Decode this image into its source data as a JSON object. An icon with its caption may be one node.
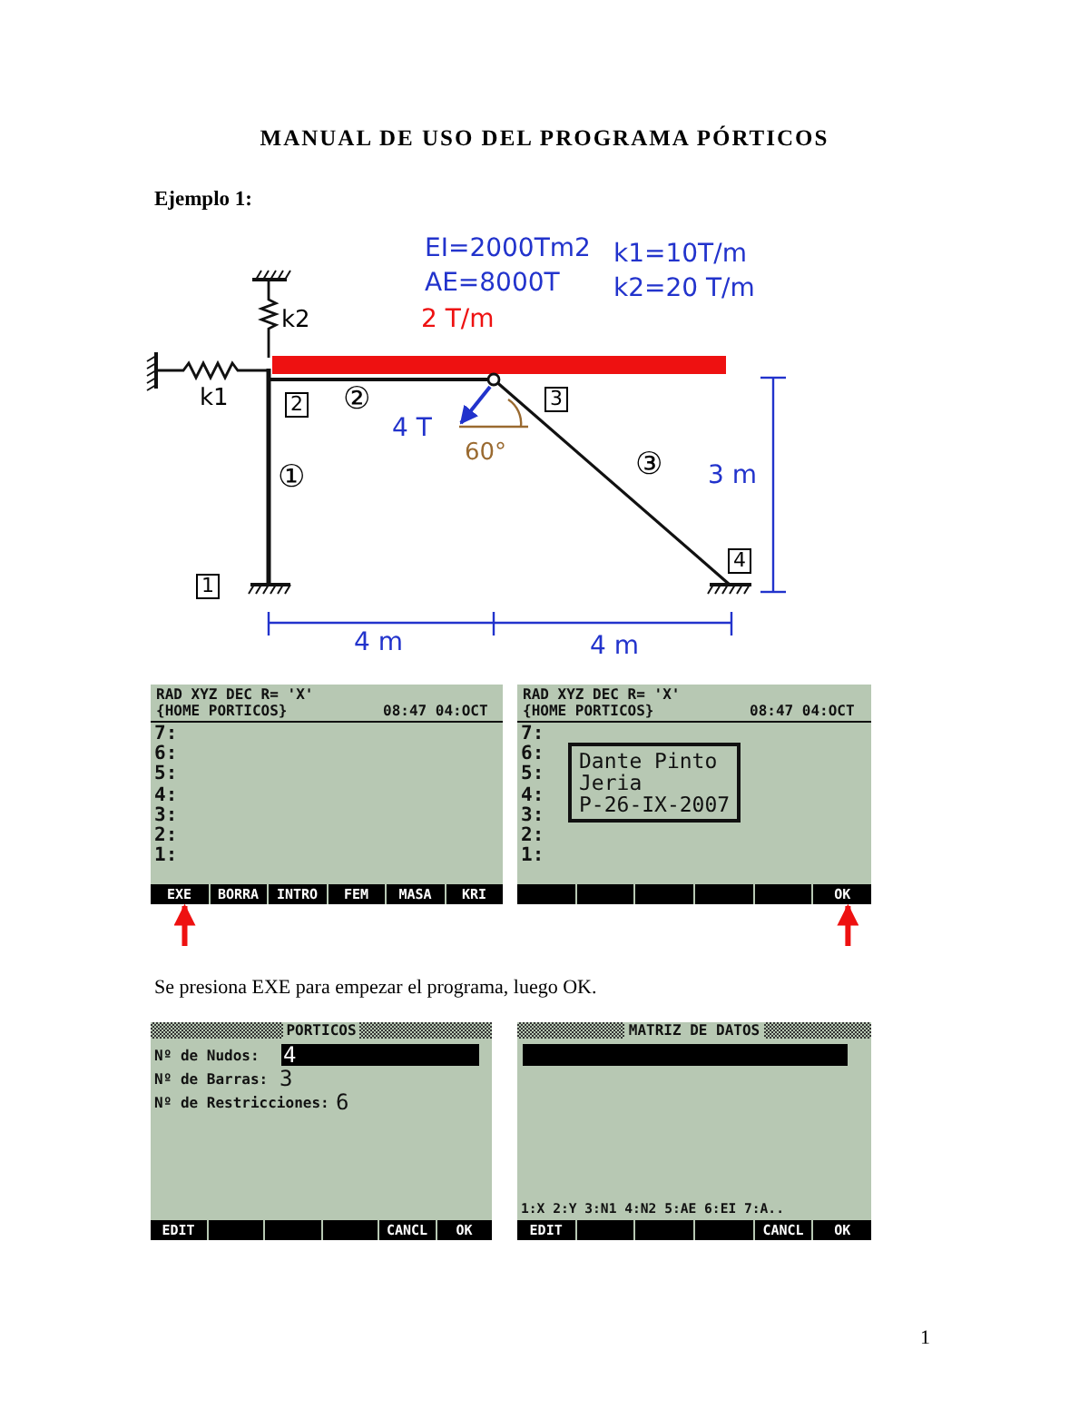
{
  "diagram": {
    "title": "MANUAL DE USO DEL PROGRAMA PÓRTICOS",
    "nodes": [
      {
        "text": [
          "1"
        ]
      },
      {
        "text": [
          "2"
        ]
      },
      {
        "text": [
          "3"
        ]
      },
      {
        "text": [
          "4"
        ]
      },
      {
        "text": [
          "RAD XYZ DEC R= 'X'",
          "{HOME PORTICOS}",
          "08:47 04:OCT",
          "7:",
          "6:",
          "5:",
          "4:",
          "3:",
          "2:",
          "1:"
        ]
      },
      {
        "text": [
          "EXE"
        ],
        "in": 4
      },
      {
        "text": [
          "BORRA"
        ],
        "in": 4
      },
      {
        "text": [
          "INTRO"
        ],
        "in": 4
      },
      {
        "text": [
          "FEM"
        ],
        "in": 4
      },
      {
        "text": [
          "MASA"
        ],
        "in": 4
      },
      {
        "text": [
          "KRI"
        ],
        "in": 4
      },
      {
        "text": [
          "RAD XYZ DEC R= 'X'",
          "{HOME PORTICOS}",
          "08:47 04:OCT",
          "7:",
          "6:",
          "5:",
          "4:",
          "3:",
          "2:",
          "1:"
        ]
      },
      {
        "text": [
          "Dante Pinto Jeria",
          "P-26-IX-2007"
        ],
        "in": 11
      },
      {
        "text": [],
        "shape": "box",
        "in": 11
      },
      {
        "text": [],
        "shape": "box",
        "in": 11
      },
      {
        "text": [],
        "shape": "box",
        "in": 11
      },
      {
        "text": [],
        "shape": "box",
        "in": 11
      },
      {
        "text": [],
        "shape": "box",
        "in": 11
      },
      {
        "text": [
          "OK"
        ],
        "in": 11
      },
      {
        "text": [
          "PORTICOS",
          "Nº de Nudos:",
          "4",
          "Nº de Barras:",
          "3",
          "Nº de Restricciones:",
          "6"
        ]
      },
      {
        "text": [
          "EDIT"
        ],
        "in": 19
      },
      {
        "text": [],
        "shape": "box",
        "in": 19
      },
      {
        "text": [],
        "shape": "box",
        "in": 19
      },
      {
        "text": [],
        "shape": "box",
        "in": 19
      },
      {
        "text": [
          "CANCL"
        ],
        "in": 19
      },
      {
        "text": [
          "OK"
        ],
        "in": 19
      },
      {
        "text": [
          "MATRIZ DE DATOS",
          "1:X 2:Y 3:N1 4:N2 5:AE 6:EI 7:A.."
        ]
      },
      {
        "text": [
          "EDIT"
        ],
        "in": 26
      },
      {
        "text": [],
        "shape": "box",
        "in": 26
      },
      {
        "text": [],
        "shape": "box",
        "in": 26
      },
      {
        "text": [],
        "shape": "box",
        "in": 26
      },
      {
        "text": [
          "CANCL"
        ],
        "in": 26
      },
      {
        "text": [
          "OK"
        ],
        "in": 26
      }
    ],
    "edges": [
      {
        "from": null,
        "to": 5,
        "arrow": "to"
      },
      {
        "from": null,
        "to": 18,
        "arrow": "to"
      }
    ],
    "labels": [
      "Ejemplo 1:",
      "EI=2000Tm2",
      "AE=8000T",
      "k1=10T/m",
      "k2=20 T/m",
      "2 T/m",
      "k2",
      "k1",
      "②",
      "4 T",
      "60°",
      "①",
      "③",
      "3 m",
      "4 m",
      "4 m",
      "Se presiona EXE para empezar el programa, luego OK.",
      "1"
    ]
  }
}
